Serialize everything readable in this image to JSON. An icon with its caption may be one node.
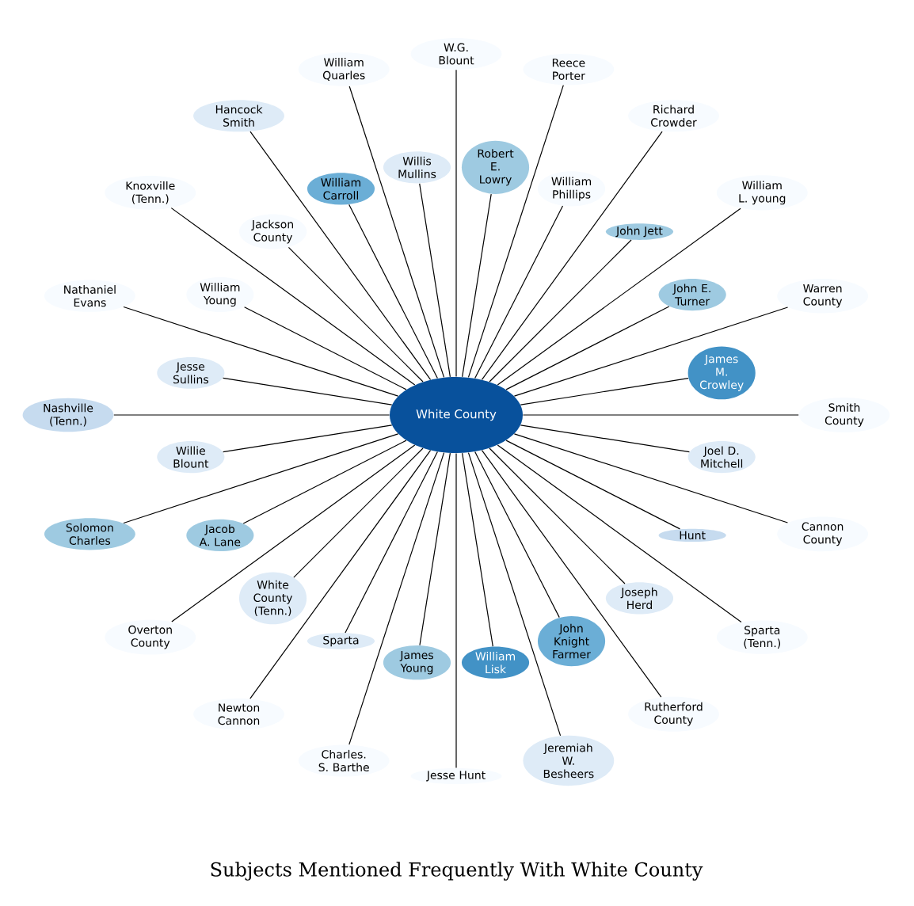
{
  "diagram": {
    "caption": "Subjects Mentioned Frequently With White County",
    "nodes": [
      {
        "text": [
          "White County"
        ]
      },
      {
        "text": [
          "William Quarles"
        ]
      },
      {
        "text": [
          "W.G. Blount"
        ]
      },
      {
        "text": [
          "Reece Porter"
        ]
      },
      {
        "text": [
          "William Phillips"
        ]
      },
      {
        "text": [
          "Knoxville (Tenn.)"
        ]
      },
      {
        "text": [
          "Willis Mullins"
        ]
      },
      {
        "text": [
          "Hancock Smith"
        ]
      },
      {
        "text": [
          "Richard Crowder"
        ]
      },
      {
        "text": [
          "Nathaniel Evans"
        ]
      },
      {
        "text": [
          "William L. young"
        ]
      },
      {
        "text": [
          "Robert E. Lowry"
        ]
      },
      {
        "text": [
          "John Jett"
        ]
      },
      {
        "text": [
          "Nashville (Tenn.)"
        ]
      },
      {
        "text": [
          "Jackson County"
        ]
      },
      {
        "text": [
          "Warren County"
        ]
      },
      {
        "text": [
          "William Carroll"
        ]
      },
      {
        "text": [
          "John E. Turner"
        ]
      },
      {
        "text": [
          "Solomon Charles"
        ]
      },
      {
        "text": [
          "James M. Crowley"
        ]
      },
      {
        "text": [
          "William Young"
        ]
      },
      {
        "text": [
          "Jesse Sullins"
        ]
      },
      {
        "text": [
          "Smith County"
        ]
      },
      {
        "text": [
          "Joel D. Mitchell"
        ]
      },
      {
        "text": [
          "William Lisk"
        ]
      },
      {
        "text": [
          "Jacob A. Lane"
        ]
      },
      {
        "text": [
          "John Knight Farmer"
        ]
      },
      {
        "text": [
          "Hunt"
        ]
      },
      {
        "text": [
          "Willie Blount"
        ]
      },
      {
        "text": [
          "Cannon County"
        ]
      },
      {
        "text": [
          "Overton County"
        ]
      },
      {
        "text": [
          "James Young"
        ]
      },
      {
        "text": [
          "Joseph Herd"
        ]
      },
      {
        "text": [
          "Sparta (Tenn.)"
        ]
      },
      {
        "text": [
          "White County (Tenn.)"
        ]
      },
      {
        "text": [
          "Newton Cannon"
        ]
      },
      {
        "text": [
          "Jeremiah W. Besheers"
        ]
      },
      {
        "text": [
          "Sparta"
        ]
      },
      {
        "text": [
          "Rutherford County"
        ]
      },
      {
        "text": [
          "Charles. S. Barthe"
        ]
      },
      {
        "text": [
          "Jesse Hunt"
        ]
      }
    ],
    "edges": [
      {
        "from": 0,
        "to": 1,
        "arrow": "none"
      },
      {
        "from": 0,
        "to": 2,
        "arrow": "none"
      },
      {
        "from": 0,
        "to": 3,
        "arrow": "none"
      },
      {
        "from": 0,
        "to": 4,
        "arrow": "none"
      },
      {
        "from": 0,
        "to": 5,
        "arrow": "none"
      },
      {
        "from": 0,
        "to": 6,
        "arrow": "none"
      },
      {
        "from": 0,
        "to": 7,
        "arrow": "none"
      },
      {
        "from": 0,
        "to": 8,
        "arrow": "none"
      },
      {
        "from": 0,
        "to": 9,
        "arrow": "none"
      },
      {
        "from": 0,
        "to": 10,
        "arrow": "none"
      },
      {
        "from": 0,
        "to": 11,
        "arrow": "none"
      },
      {
        "from": 0,
        "to": 12,
        "arrow": "none"
      },
      {
        "from": 0,
        "to": 13,
        "arrow": "none"
      },
      {
        "from": 0,
        "to": 14,
        "arrow": "none"
      },
      {
        "from": 0,
        "to": 15,
        "arrow": "none"
      },
      {
        "from": 0,
        "to": 16,
        "arrow": "none"
      },
      {
        "from": 0,
        "to": 17,
        "arrow": "none"
      },
      {
        "from": 0,
        "to": 18,
        "arrow": "none"
      },
      {
        "from": 0,
        "to": 19,
        "arrow": "none"
      },
      {
        "from": 0,
        "to": 20,
        "arrow": "none"
      },
      {
        "from": 0,
        "to": 21,
        "arrow": "none"
      },
      {
        "from": 0,
        "to": 22,
        "arrow": "none"
      },
      {
        "from": 0,
        "to": 23,
        "arrow": "none"
      },
      {
        "from": 0,
        "to": 24,
        "arrow": "none"
      },
      {
        "from": 0,
        "to": 25,
        "arrow": "none"
      },
      {
        "from": 0,
        "to": 26,
        "arrow": "none"
      },
      {
        "from": 0,
        "to": 27,
        "arrow": "none"
      },
      {
        "from": 0,
        "to": 28,
        "arrow": "none"
      },
      {
        "from": 0,
        "to": 29,
        "arrow": "none"
      },
      {
        "from": 0,
        "to": 30,
        "arrow": "none"
      },
      {
        "from": 0,
        "to": 31,
        "arrow": "none"
      },
      {
        "from": 0,
        "to": 32,
        "arrow": "none"
      },
      {
        "from": 0,
        "to": 33,
        "arrow": "none"
      },
      {
        "from": 0,
        "to": 34,
        "arrow": "none"
      },
      {
        "from": 0,
        "to": 35,
        "arrow": "none"
      },
      {
        "from": 0,
        "to": 36,
        "arrow": "none"
      },
      {
        "from": 0,
        "to": 37,
        "arrow": "none"
      },
      {
        "from": 0,
        "to": 38,
        "arrow": "none"
      },
      {
        "from": 0,
        "to": 39,
        "arrow": "none"
      },
      {
        "from": 0,
        "to": 40,
        "arrow": "none"
      }
    ]
  }
}
